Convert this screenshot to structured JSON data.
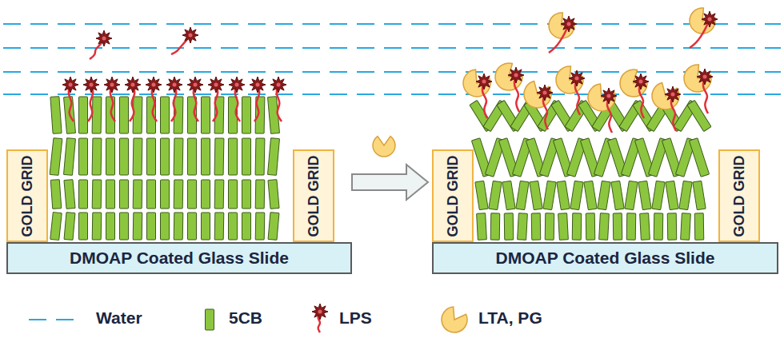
{
  "diagram": {
    "nodes": [
      {
        "text": [
          "GOLD GRID"
        ]
      },
      {
        "text": [
          "GOLD GRID"
        ]
      },
      {
        "text": [
          "DMOAP Coated Glass Slide"
        ]
      },
      {
        "text": [
          "GOLD GRID"
        ]
      },
      {
        "text": [
          "GOLD GRID"
        ]
      },
      {
        "text": [
          "DMOAP Coated Glass Slide"
        ]
      }
    ],
    "legend": [
      {
        "text": "Water"
      },
      {
        "text": "5CB"
      },
      {
        "text": "LPS"
      },
      {
        "text": "LTA, PG"
      }
    ]
  }
}
